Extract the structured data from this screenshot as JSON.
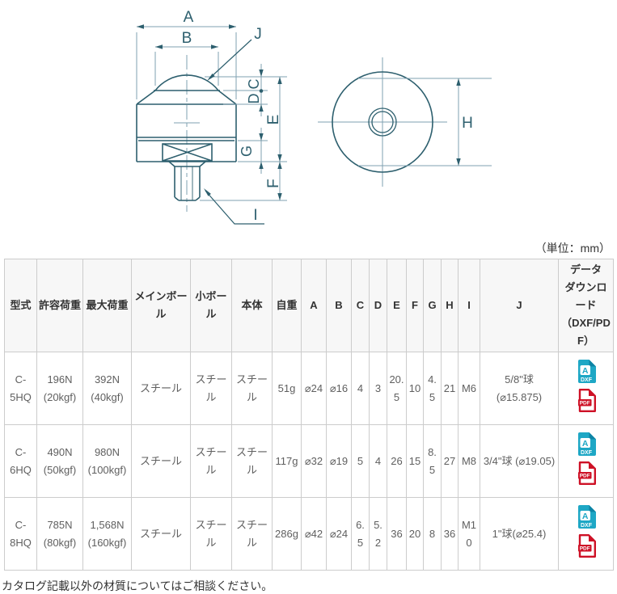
{
  "diagram": {
    "labels": {
      "A": "A",
      "B": "B",
      "C": "C",
      "D": "D",
      "E": "E",
      "F": "F",
      "G": "G",
      "H": "H",
      "I": "I",
      "J": "J"
    },
    "line_color": "#2d5f6e",
    "dim_color": "#7fa0b0"
  },
  "unit_note": "（単位：mm）",
  "table": {
    "headers": [
      "型式",
      "許容荷重",
      "最大荷重",
      "メインボール",
      "小ボール",
      "本体",
      "自重",
      "A",
      "B",
      "C",
      "D",
      "E",
      "F",
      "G",
      "H",
      "I",
      "J",
      "データ\nダウンロード\n（DXF/PDF）"
    ],
    "rows": [
      {
        "cells": [
          "C-5HQ",
          "196N (20kgf)",
          "392N (40kgf)",
          "スチール",
          "スチール",
          "スチール",
          "51g",
          "⌀24",
          "⌀16",
          "4",
          "3",
          "20.5",
          "10",
          "4.5",
          "21",
          "M6",
          "5/8\"球 (⌀15.875)"
        ]
      },
      {
        "cells": [
          "C-6HQ",
          "490N (50kgf)",
          "980N (100kgf)",
          "スチール",
          "スチール",
          "スチール",
          "117g",
          "⌀32",
          "⌀19",
          "5",
          "4",
          "26",
          "15",
          "8.5",
          "27",
          "M8",
          "3/4\"球 (⌀19.05)"
        ]
      },
      {
        "cells": [
          "C-8HQ",
          "785N (80kgf)",
          "1,568N (160kgf)",
          "スチール",
          "スチール",
          "スチール",
          "286g",
          "⌀42",
          "⌀24",
          "6.5",
          "5.2",
          "36",
          "20",
          "8",
          "36",
          "M10",
          "1\"球(⌀25.4)"
        ]
      }
    ],
    "download_icons": [
      {
        "type": "dxf",
        "label": "DXF",
        "letter": "A",
        "color": "#1ea7c5",
        "fold": "#0d84a5"
      },
      {
        "type": "pdf",
        "label": "PDF",
        "color": "#ce1126"
      }
    ]
  },
  "footer_note": "カタログ記載以外の材質についてはご相談ください。"
}
